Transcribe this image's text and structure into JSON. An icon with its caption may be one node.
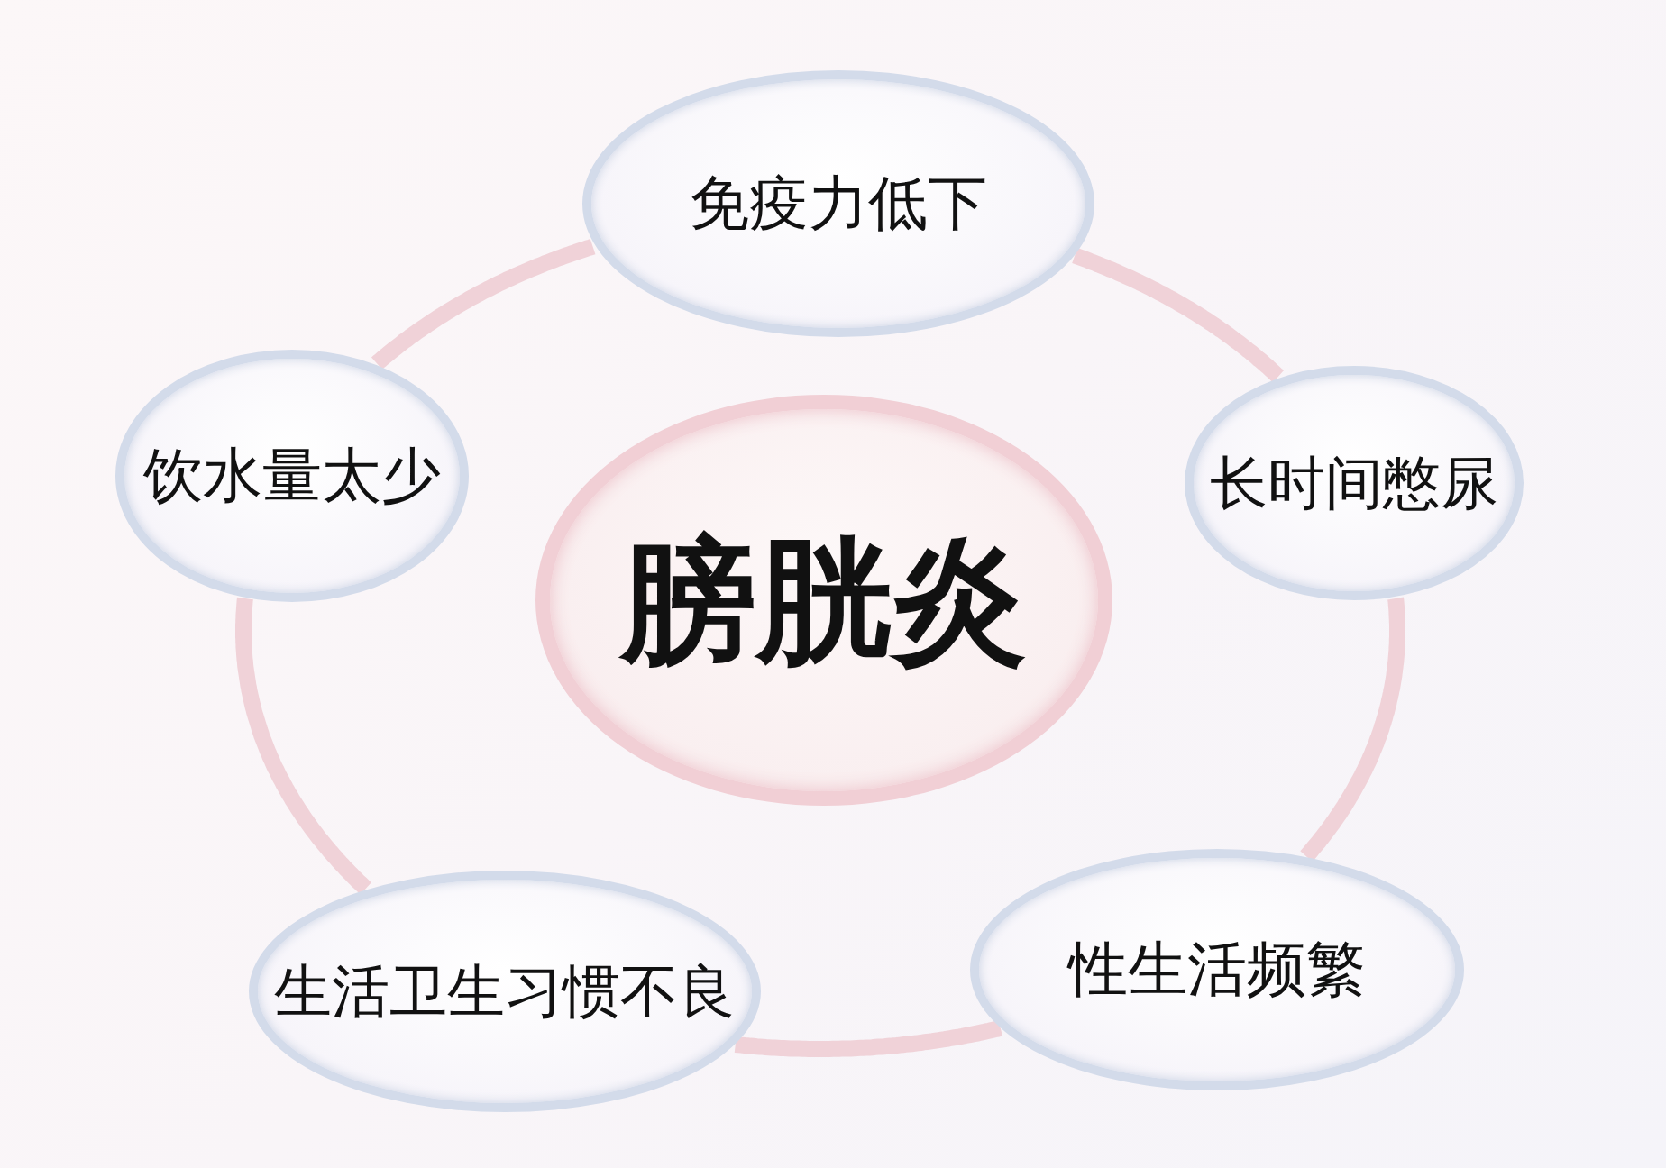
{
  "diagram": {
    "nodes": [
      {
        "text": [
          "免疫力低下"
        ]
      },
      {
        "text": [
          "饮水量太少"
        ]
      },
      {
        "text": [
          "膀胱炎"
        ]
      },
      {
        "text": [
          "长时间憋尿"
        ]
      },
      {
        "text": [
          "生活卫生习惯不良"
        ]
      },
      {
        "text": [
          "性生活频繁"
        ]
      }
    ],
    "edges": [
      {
        "from": 0,
        "to": 3,
        "arrow": "none"
      },
      {
        "from": 3,
        "to": 5,
        "arrow": "none"
      },
      {
        "from": 5,
        "to": 4,
        "arrow": "none"
      },
      {
        "from": 4,
        "to": 1,
        "arrow": "none"
      },
      {
        "from": 1,
        "to": 0,
        "arrow": "none"
      }
    ]
  }
}
